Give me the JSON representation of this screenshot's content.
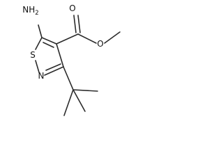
{
  "molecule": {
    "atom_labels": {
      "amine": {
        "main": "NH",
        "sub": "2"
      },
      "sulfur": "S",
      "ring_nitrogen": "N",
      "carbonyl_oxygen": "O",
      "ester_oxygen": "O"
    }
  }
}
